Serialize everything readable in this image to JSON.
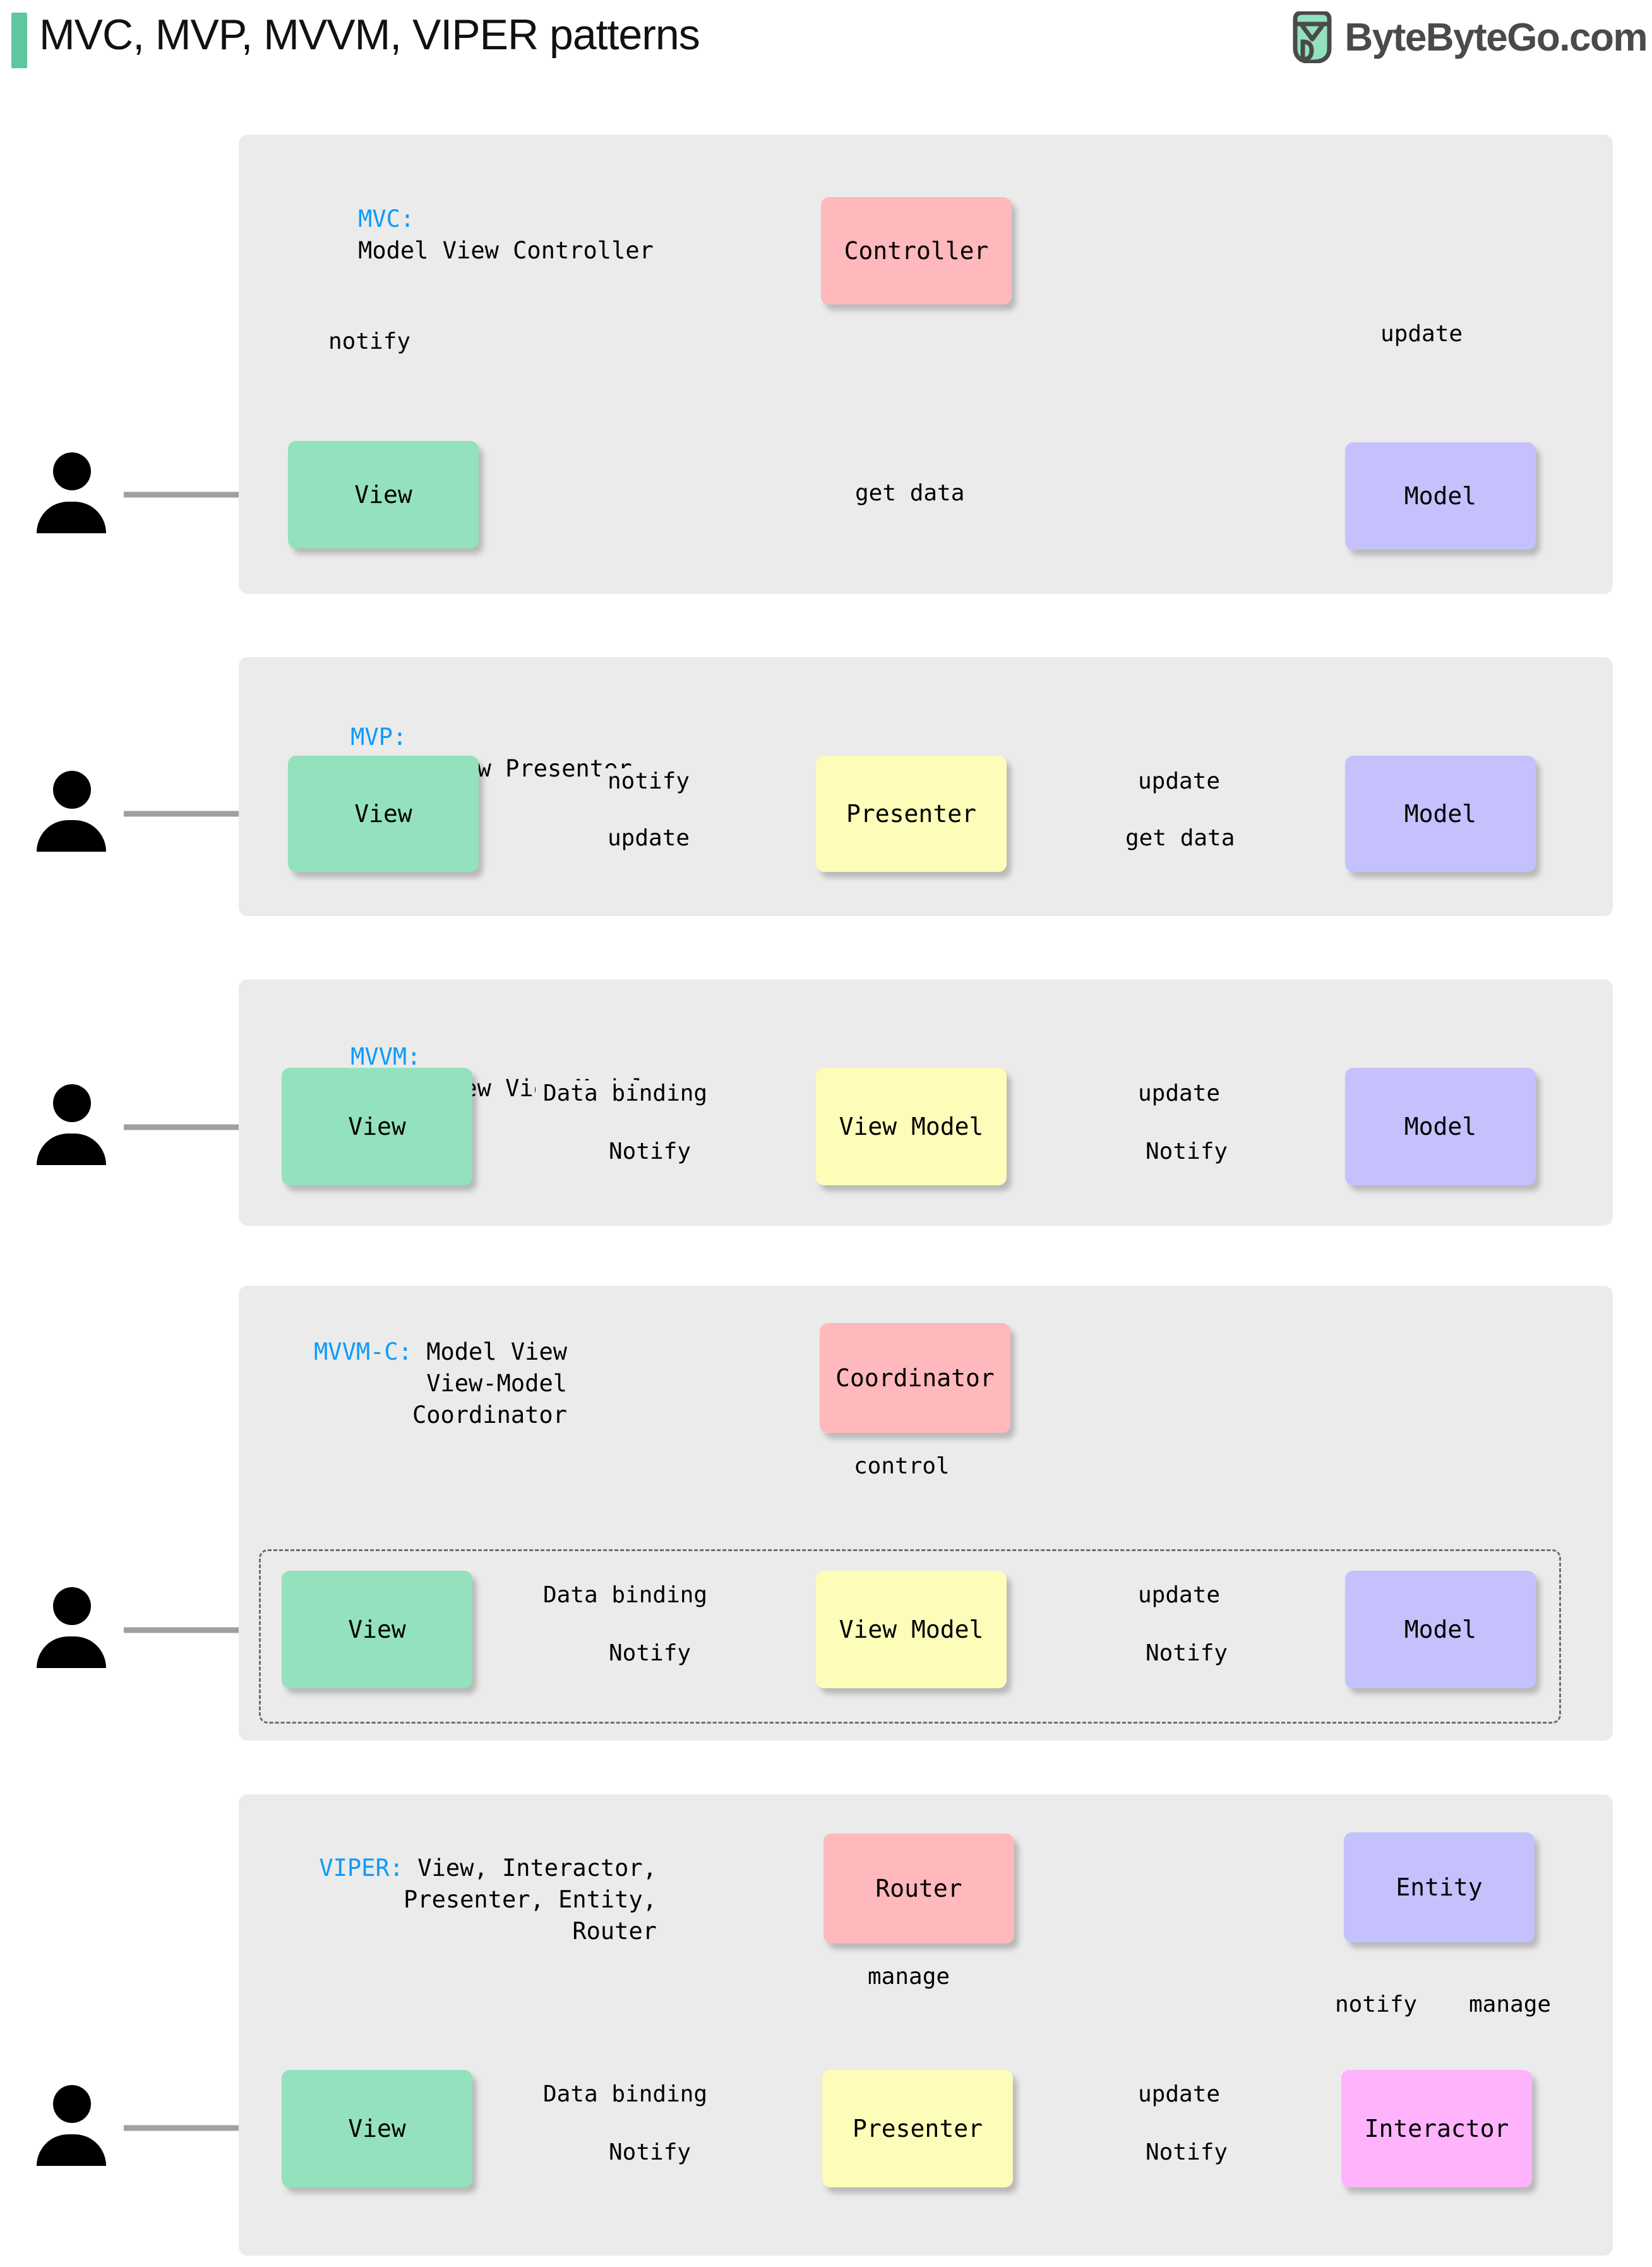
{
  "header": {
    "title": "MVC, MVP, MVVM, VIPER patterns",
    "brand_name": "ByteByteGo.com",
    "accent_color": "#5ec79e",
    "logo_icon": "bytebytego-logo-icon"
  },
  "palette": {
    "panel_bg": "#ebebeb",
    "view_green": "#93e1bd",
    "model_purple": "#c4c1fd",
    "controller_pink": "#ffb8bb",
    "presenter_yellow": "#fdfcb9",
    "interactor_magenta": "#ffb3fd",
    "title_key_blue": "#0b9bfb",
    "arrow_gray": "#a0a0a0"
  },
  "sections": [
    {
      "id": "mvc",
      "key": "MVC:",
      "title_lines": [
        "Model View Controller"
      ],
      "nodes": [
        {
          "name": "view",
          "label": "View"
        },
        {
          "name": "controller",
          "label": "Controller"
        },
        {
          "name": "model",
          "label": "Model"
        }
      ],
      "edges": [
        {
          "from": "view",
          "to": "controller",
          "label": "notify",
          "style": "solid"
        },
        {
          "from": "controller",
          "to": "model",
          "label": "update",
          "style": "solid"
        },
        {
          "from": "model",
          "to": "view",
          "label": "get data",
          "style": "solid"
        }
      ],
      "actor": "user-icon"
    },
    {
      "id": "mvp",
      "key": "MVP:",
      "title_lines": [
        "Model View Presenter"
      ],
      "nodes": [
        {
          "name": "view",
          "label": "View"
        },
        {
          "name": "presenter",
          "label": "Presenter"
        },
        {
          "name": "model",
          "label": "Model"
        }
      ],
      "edges": [
        {
          "from": "view",
          "to": "presenter",
          "label": "notify",
          "style": "solid"
        },
        {
          "from": "presenter",
          "to": "model",
          "label": "update",
          "style": "solid"
        },
        {
          "from": "presenter",
          "to": "view",
          "label": "update",
          "style": "solid"
        },
        {
          "from": "model",
          "to": "presenter",
          "label": "get data",
          "style": "solid"
        }
      ],
      "actor": "user-icon"
    },
    {
      "id": "mvvm",
      "key": "MVVM:",
      "title_lines": [
        "Model View View-Model"
      ],
      "nodes": [
        {
          "name": "view",
          "label": "View"
        },
        {
          "name": "view-model",
          "label": "View Model"
        },
        {
          "name": "model",
          "label": "Model"
        }
      ],
      "edges": [
        {
          "from": "view",
          "to": "view-model",
          "label": "Data binding",
          "style": "solid"
        },
        {
          "from": "view-model",
          "to": "model",
          "label": "update",
          "style": "solid"
        },
        {
          "from": "view-model",
          "to": "view",
          "label": "Notify",
          "style": "dashed"
        },
        {
          "from": "model",
          "to": "view-model",
          "label": "Notify",
          "style": "dashed"
        }
      ],
      "actor": "user-icon"
    },
    {
      "id": "mvvm-c",
      "key": "MVVM-C:",
      "title_lines": [
        "Model View",
        "View-Model",
        "Coordinator"
      ],
      "nodes": [
        {
          "name": "coordinator",
          "label": "Coordinator"
        },
        {
          "name": "view",
          "label": "View"
        },
        {
          "name": "view-model",
          "label": "View Model"
        },
        {
          "name": "model",
          "label": "Model"
        }
      ],
      "edges": [
        {
          "from": "coordinator",
          "to": "view-model",
          "label": "control",
          "style": "solid"
        },
        {
          "from": "view",
          "to": "view-model",
          "label": "Data binding",
          "style": "solid"
        },
        {
          "from": "view-model",
          "to": "model",
          "label": "update",
          "style": "solid"
        },
        {
          "from": "view-model",
          "to": "view",
          "label": "Notify",
          "style": "dashed"
        },
        {
          "from": "model",
          "to": "view-model",
          "label": "Notify",
          "style": "dashed"
        }
      ],
      "actor": "user-icon",
      "group_box": "dashed"
    },
    {
      "id": "viper",
      "key": "VIPER:",
      "title_lines": [
        "View, Interactor,",
        "Presenter, Entity,",
        "Router"
      ],
      "nodes": [
        {
          "name": "router",
          "label": "Router"
        },
        {
          "name": "entity",
          "label": "Entity"
        },
        {
          "name": "view",
          "label": "View"
        },
        {
          "name": "presenter",
          "label": "Presenter"
        },
        {
          "name": "interactor",
          "label": "Interactor"
        }
      ],
      "edges": [
        {
          "from": "router",
          "to": "presenter",
          "label": "manage",
          "style": "solid"
        },
        {
          "from": "entity",
          "to": "interactor",
          "label": "notify",
          "style": "solid"
        },
        {
          "from": "interactor",
          "to": "entity",
          "label": "manage",
          "style": "solid"
        },
        {
          "from": "view",
          "to": "presenter",
          "label": "Data binding",
          "style": "solid"
        },
        {
          "from": "presenter",
          "to": "interactor",
          "label": "update",
          "style": "solid"
        },
        {
          "from": "presenter",
          "to": "view",
          "label": "Notify",
          "style": "dashed"
        },
        {
          "from": "interactor",
          "to": "presenter",
          "label": "Notify",
          "style": "dashed"
        }
      ],
      "actor": "user-icon"
    }
  ]
}
